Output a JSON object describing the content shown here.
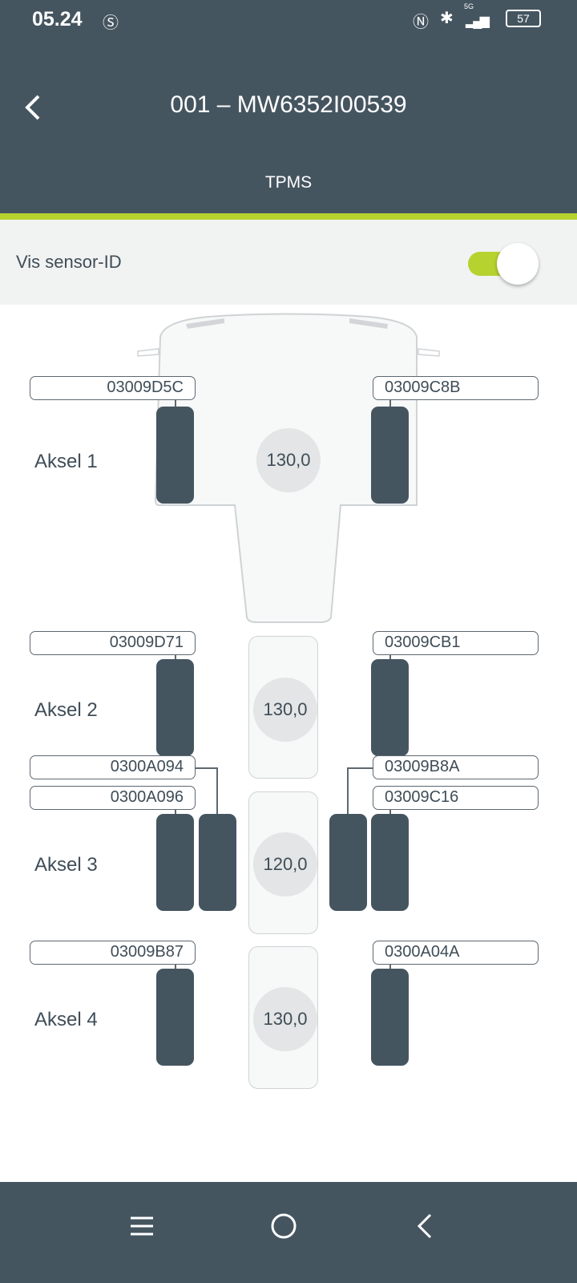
{
  "status_bar": {
    "time": "05.24",
    "battery": "57",
    "network": "5G",
    "icons": [
      "s-app-icon",
      "nfc-icon",
      "bluetooth-icon",
      "signal-icon",
      "battery-icon"
    ]
  },
  "header": {
    "title": "001 – MW6352I00539",
    "tab": "TPMS"
  },
  "toggle": {
    "label": "Vis sensor-ID",
    "on": true
  },
  "colors": {
    "header": "#455560",
    "accent": "#b5d22f",
    "tire": "#455560"
  },
  "axles": [
    {
      "label": "Aksel 1",
      "pressure": "130,0",
      "left_sensors": [
        "03009D5C"
      ],
      "right_sensors": [
        "03009C8B"
      ]
    },
    {
      "label": "Aksel 2",
      "pressure": "130,0",
      "left_sensors": [
        "03009D71"
      ],
      "right_sensors": [
        "03009CB1"
      ]
    },
    {
      "label": "Aksel 3",
      "pressure": "120,0",
      "left_sensors": [
        "0300A094",
        "0300A096"
      ],
      "right_sensors": [
        "03009B8A",
        "03009C16"
      ]
    },
    {
      "label": "Aksel 4",
      "pressure": "130,0",
      "left_sensors": [
        "03009B87"
      ],
      "right_sensors": [
        "0300A04A"
      ]
    }
  ]
}
